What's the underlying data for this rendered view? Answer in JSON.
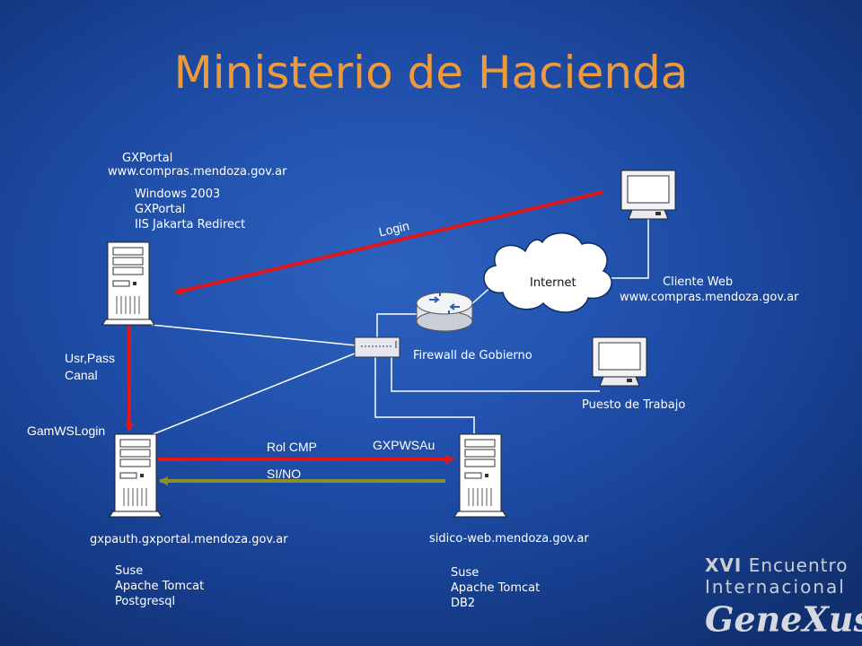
{
  "title": "Ministerio de Hacienda",
  "colors": {
    "title": "#ee9a3a",
    "arrow_red": "#e0161a",
    "arrow_olive": "#8a8f2c",
    "line": "#ffffff"
  },
  "gxportal": {
    "name": "GXPortal",
    "host": "www.compras.mendoza.gov.ar",
    "os": "Windows 2003",
    "app": "GXPortal",
    "server": "IIS Jakarta Redirect"
  },
  "internet": "Internet",
  "firewall": "Firewall de Gobierno",
  "cliente": {
    "label": "Cliente Web",
    "host": "www.compras.mendoza.gov.ar"
  },
  "puesto": "Puesto de Trabajo",
  "gxpauth": {
    "host": "gxpauth.gxportal.mendoza.gov.ar",
    "os": "Suse",
    "server": "Apache Tomcat",
    "db": "Postgresql"
  },
  "sidico": {
    "host": "sidico-web.mendoza.gov.ar",
    "os": "Suse",
    "server": "Apache Tomcat",
    "db": "DB2"
  },
  "flows": {
    "login": "Login",
    "usrpass": "Usr,Pass",
    "canal": "Canal",
    "gamws": "GamWSLogin",
    "rol": "Rol CMP",
    "gxpwsau": "GXPWSAu",
    "sino": "SI/NO"
  },
  "logo": {
    "line1_bold": "XVI",
    "line1_rest": " Encuentro",
    "line2": "Internacional",
    "line3": "GeneXus",
    "tm": "™"
  }
}
